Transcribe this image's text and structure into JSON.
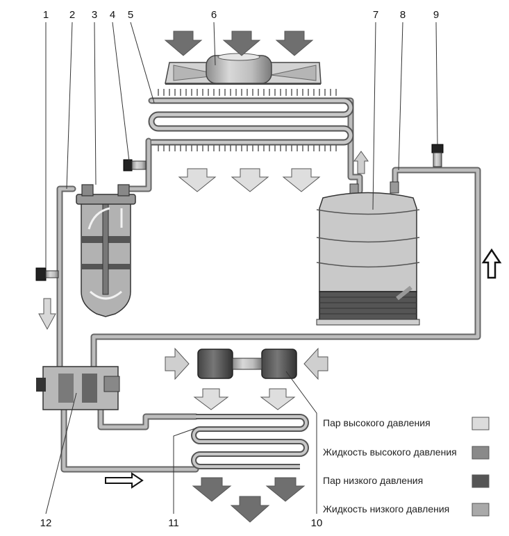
{
  "callouts": [
    "1",
    "2",
    "3",
    "4",
    "5",
    "6",
    "7",
    "8",
    "9",
    "10",
    "11",
    "12"
  ],
  "legend": [
    {
      "label": "Пар высокого давления",
      "color": "#dcdcdc"
    },
    {
      "label": "Жидкость высокого давления",
      "color": "#8a8a8a"
    },
    {
      "label": "Пар низкого давления",
      "color": "#555555"
    },
    {
      "label": "Жидкость низкого давления",
      "color": "#a9a9a9"
    }
  ]
}
